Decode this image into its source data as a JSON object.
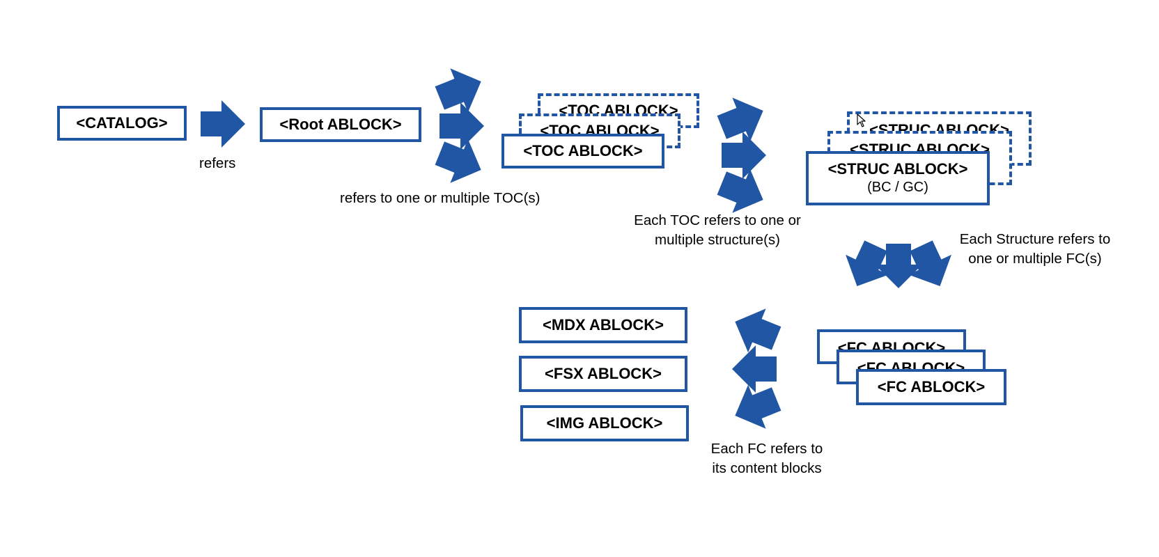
{
  "colors": {
    "accent": "#2156a4",
    "background": "#ffffff",
    "text": "#000000"
  },
  "boxes": {
    "catalog": "<CATALOG>",
    "root": "<Root ABLOCK>",
    "toc_back": "<TOC ABLOCK>",
    "toc_mid": "<TOC ABLOCK>",
    "toc_front": "<TOC ABLOCK>",
    "struc_back": "<STRUC ABLOCK>",
    "struc_mid": "<STRUC ABLOCK>",
    "struc_front": "<STRUC ABLOCK>",
    "struc_front_sub": "(BC / GC)",
    "fc_back": "<FC ABLOCK>",
    "fc_mid": "<FC ABLOCK>",
    "fc_front": "<FC ABLOCK>",
    "mdx": "<MDX ABLOCK>",
    "fsx": "<FSX ABLOCK>",
    "img": "<IMG ABLOCK>"
  },
  "captions": {
    "refers": "refers",
    "root_to_toc": "refers to one or multiple TOC(s)",
    "toc_to_struc_line1": "Each TOC refers to one or",
    "toc_to_struc_line2": "multiple structure(s)",
    "struc_to_fc_line1": "Each Structure refers to",
    "struc_to_fc_line2": "one or multiple FC(s)",
    "fc_to_content_line1": "Each FC refers to",
    "fc_to_content_line2": "its content blocks"
  },
  "icons": [
    "arrow-right-icon",
    "arrow-fan-right-icon",
    "arrow-fan-down-icon",
    "arrow-fan-left-icon",
    "mouse-cursor-icon"
  ]
}
